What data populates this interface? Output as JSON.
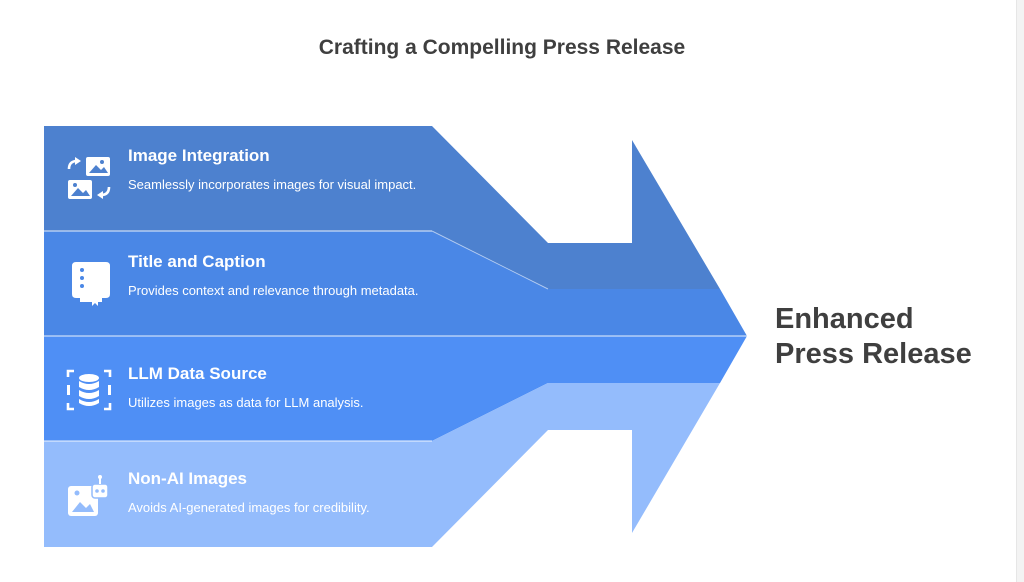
{
  "diagram": {
    "title": "Crafting a Compelling Press Release",
    "result": {
      "line1": "Enhanced",
      "line2": "Press Release"
    },
    "colors": {
      "row1": "#4d81cf",
      "row2": "#4a87e6",
      "row3": "#4f8ff5",
      "row4": "#94bcfc",
      "text_dark": "#3f3f3f",
      "text_light": "#ffffff"
    },
    "rows": [
      {
        "heading": "Image Integration",
        "description": "Seamlessly incorporates images for visual impact.",
        "icon": "image-swap-icon"
      },
      {
        "heading": "Title and Caption",
        "description": "Provides context and relevance through metadata.",
        "icon": "notebook-icon"
      },
      {
        "heading": "LLM Data Source",
        "description": "Utilizes images as data for LLM analysis.",
        "icon": "database-icon"
      },
      {
        "heading": "Non-AI Images",
        "description": "Avoids AI-generated images for credibility.",
        "icon": "robot-image-icon"
      }
    ]
  }
}
